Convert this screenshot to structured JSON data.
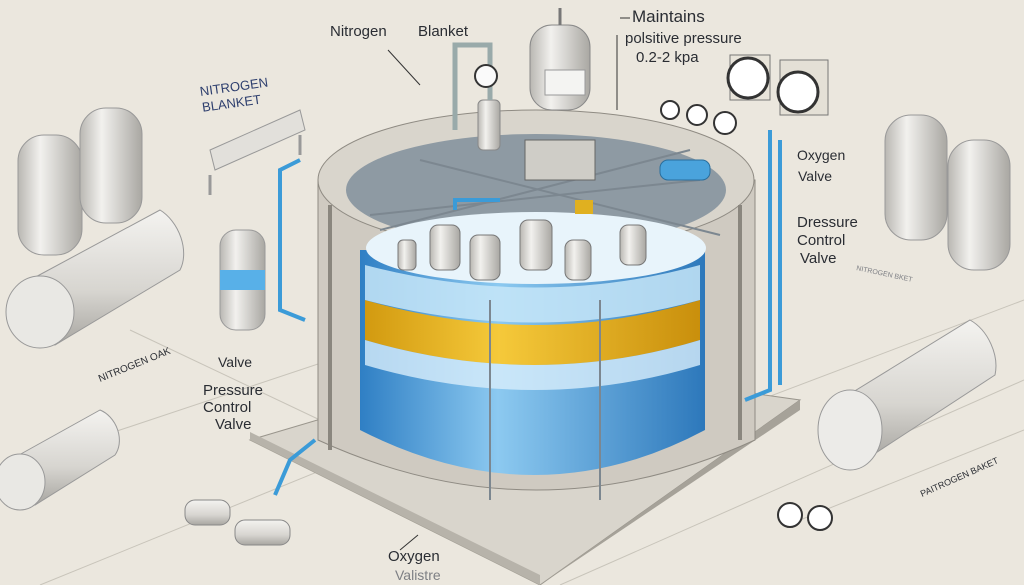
{
  "labels": {
    "top_nitrogen": "Nitrogen",
    "top_blanket": "Blanket",
    "maintains": "Maintains",
    "positive_pressure": "polsitive pressure",
    "pressure_range": "0.2-2 kpa",
    "left_nitrogen": "NITROGEN",
    "left_blanket": "BLANKET",
    "nitrogen_oak": "NITROGEN OAK",
    "left_valve": "Valve",
    "left_pcv_1": "Pressure",
    "left_pcv_2": "Control",
    "left_pcv_3": "Valve",
    "right_oxygen": "Oxygen",
    "right_valve": "Valve",
    "right_pcv_1": "Dressure",
    "right_pcv_2": "Control",
    "right_pcv_3": "Valve",
    "right_faint": "NITROGEN BKET",
    "right_bottom": "PAITROGEN BAKET",
    "bottom_oxygen": "Oxygen",
    "bottom_valistre": "Valistre"
  },
  "colors": {
    "background": "#ebe7de",
    "liquid_blue": "#4aa3dc",
    "band_yellow": "#e8b51a",
    "pipe_blue": "#3b9bd8",
    "tank_grey": "#dcdad5"
  }
}
